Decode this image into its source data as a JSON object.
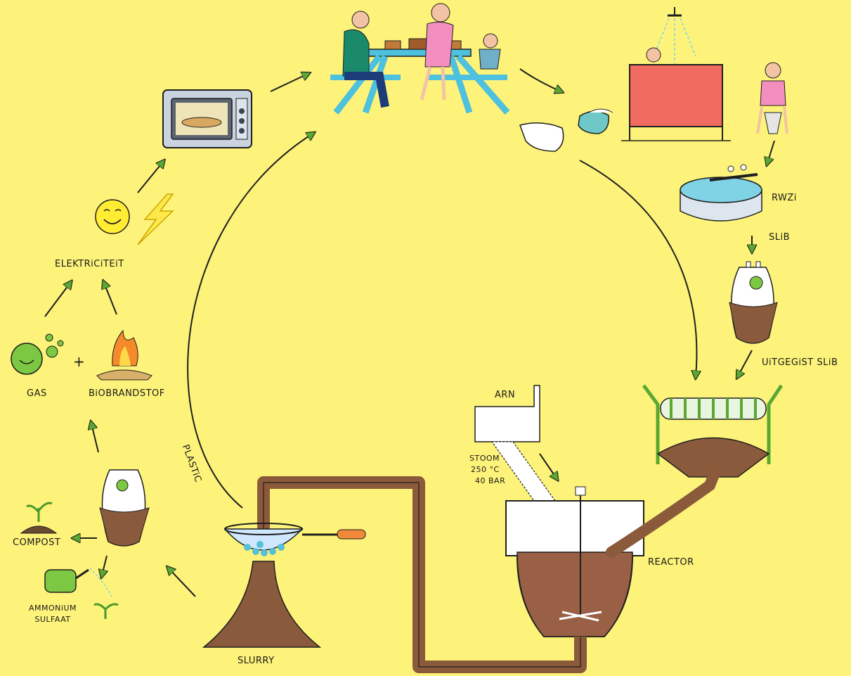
{
  "colors": {
    "background": "#fdf37a",
    "arrow": "#5aa832",
    "line": "#1f1f1f",
    "slurry": "#8a5a3c",
    "pipe": "#8b5a3a",
    "water": "#56c0d6",
    "gas_ball": "#7cc843",
    "table": "#4dc1dd",
    "curtain": "#f26b60"
  },
  "icons": [
    "oven-icon",
    "family-meal-icon",
    "diaper-icon",
    "shower-icon",
    "toilet-icon",
    "rwzi-tank-icon",
    "digester-icon",
    "reactor-icon",
    "screw-conveyor-icon",
    "factory-icon",
    "sieve-icon",
    "slurry-pile-icon",
    "compost-icon",
    "watering-can-icon",
    "gas-bubble-icon",
    "fire-icon",
    "sun-icon",
    "lightning-icon"
  ],
  "labels": {
    "rwzi": "RWZi",
    "slib": "SLiB",
    "uitgegist_slib": "UiTGEGiST SLiB",
    "arn": "ARN",
    "stoom": "STOOM",
    "temp": "250 °C",
    "pressure": "40 BAR",
    "reactor": "REACTOR",
    "slurry": "SLURRY",
    "plastic": "PLASTiC",
    "compost": "COMPOST",
    "ammonium": "AMMONiUM",
    "sulfaat": "SULFAAT",
    "gas": "GAS",
    "plus": "+",
    "biobrandstof": "BiOBRANDSTOF",
    "elektriciteit": "ELEKTRiCiTEiT"
  }
}
